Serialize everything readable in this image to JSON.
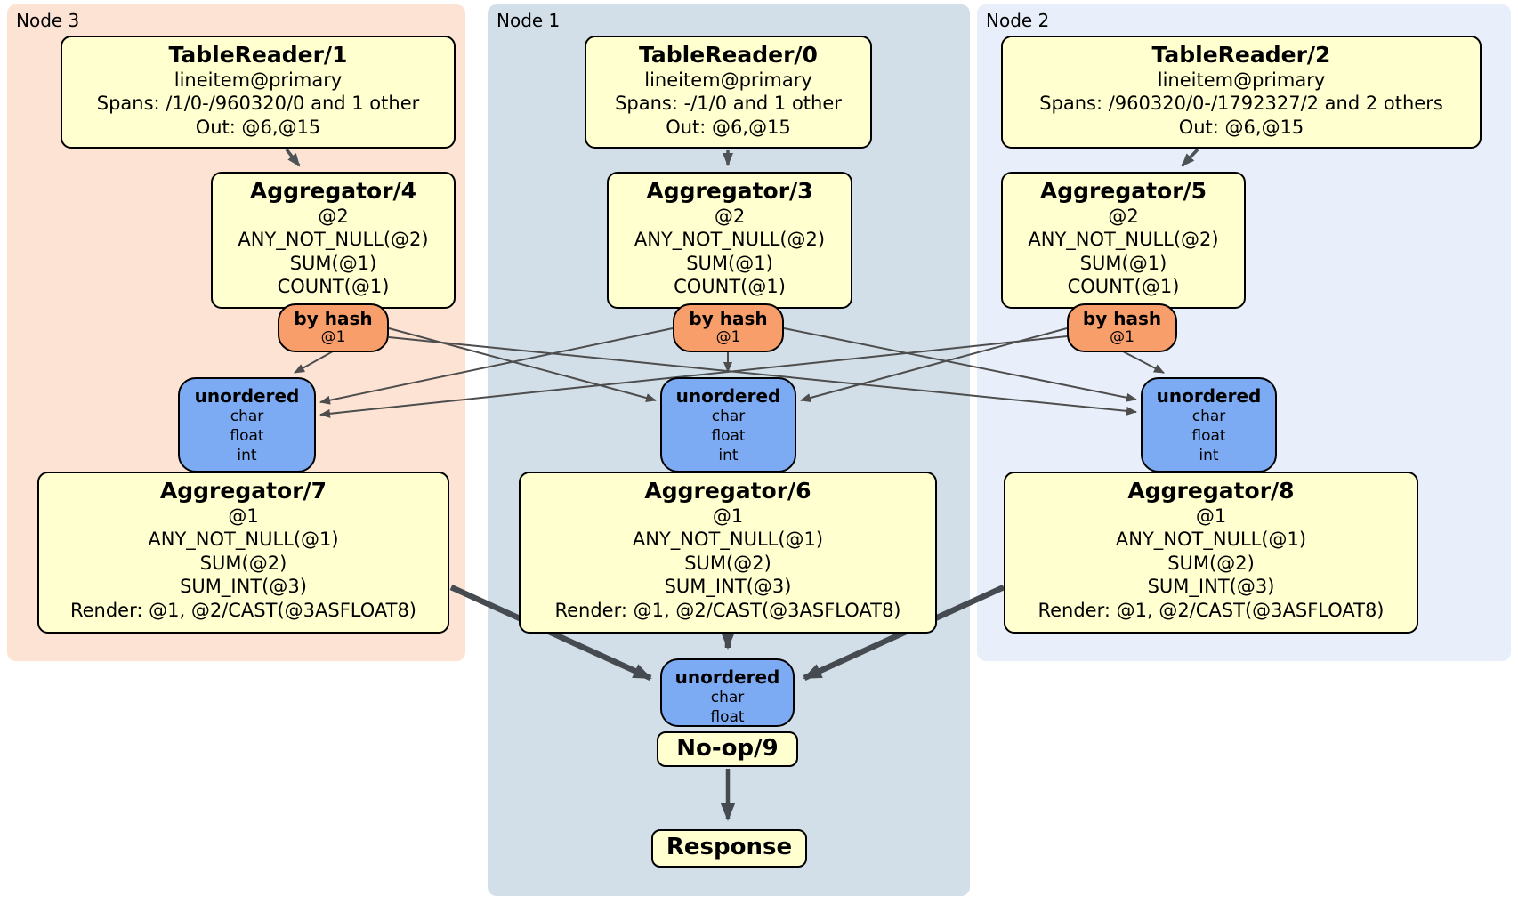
{
  "panels": {
    "node3": {
      "label": "Node 3"
    },
    "node1": {
      "label": "Node 1"
    },
    "node2": {
      "label": "Node 2"
    }
  },
  "processors": {
    "tr1": {
      "title": "TableReader/1",
      "lines": [
        "lineitem@primary",
        "Spans: /1/0-/960320/0 and 1 other",
        "Out: @6,@15"
      ]
    },
    "tr0": {
      "title": "TableReader/0",
      "lines": [
        "lineitem@primary",
        "Spans: -/1/0 and 1 other",
        "Out: @6,@15"
      ]
    },
    "tr2": {
      "title": "TableReader/2",
      "lines": [
        "lineitem@primary",
        "Spans: /960320/0-/1792327/2 and 2 others",
        "Out: @6,@15"
      ]
    },
    "agg4": {
      "title": "Aggregator/4",
      "lines": [
        "@2",
        "ANY_NOT_NULL(@2)",
        "SUM(@1)",
        "COUNT(@1)"
      ]
    },
    "agg3": {
      "title": "Aggregator/3",
      "lines": [
        "@2",
        "ANY_NOT_NULL(@2)",
        "SUM(@1)",
        "COUNT(@1)"
      ]
    },
    "agg5": {
      "title": "Aggregator/5",
      "lines": [
        "@2",
        "ANY_NOT_NULL(@2)",
        "SUM(@1)",
        "COUNT(@1)"
      ]
    },
    "hash3": {
      "title": "by hash",
      "lines": [
        "@1"
      ]
    },
    "hash1": {
      "title": "by hash",
      "lines": [
        "@1"
      ]
    },
    "hash2": {
      "title": "by hash",
      "lines": [
        "@1"
      ]
    },
    "sync3": {
      "title": "unordered",
      "lines": [
        "char",
        "float",
        "int"
      ]
    },
    "sync1": {
      "title": "unordered",
      "lines": [
        "char",
        "float",
        "int"
      ]
    },
    "sync2": {
      "title": "unordered",
      "lines": [
        "char",
        "float",
        "int"
      ]
    },
    "agg7": {
      "title": "Aggregator/7",
      "lines": [
        "@1",
        "ANY_NOT_NULL(@1)",
        "SUM(@2)",
        "SUM_INT(@3)",
        "Render: @1, @2/CAST(@3ASFLOAT8)"
      ]
    },
    "agg6": {
      "title": "Aggregator/6",
      "lines": [
        "@1",
        "ANY_NOT_NULL(@1)",
        "SUM(@2)",
        "SUM_INT(@3)",
        "Render: @1, @2/CAST(@3ASFLOAT8)"
      ]
    },
    "agg8": {
      "title": "Aggregator/8",
      "lines": [
        "@1",
        "ANY_NOT_NULL(@1)",
        "SUM(@2)",
        "SUM_INT(@3)",
        "Render: @1, @2/CAST(@3ASFLOAT8)"
      ]
    },
    "syncf": {
      "title": "unordered",
      "lines": [
        "char",
        "float"
      ]
    },
    "noop": {
      "title": "No-op/9"
    },
    "resp": {
      "title": "Response"
    }
  },
  "edges": [
    {
      "from": "tr1",
      "to": "agg4"
    },
    {
      "from": "tr0",
      "to": "agg3"
    },
    {
      "from": "tr2",
      "to": "agg5"
    },
    {
      "from": "hash3",
      "to": "sync3"
    },
    {
      "from": "hash3",
      "to": "sync1"
    },
    {
      "from": "hash3",
      "to": "sync2"
    },
    {
      "from": "hash1",
      "to": "sync3"
    },
    {
      "from": "hash1",
      "to": "sync1"
    },
    {
      "from": "hash1",
      "to": "sync2"
    },
    {
      "from": "hash2",
      "to": "sync3"
    },
    {
      "from": "hash2",
      "to": "sync1"
    },
    {
      "from": "hash2",
      "to": "sync2"
    },
    {
      "from": "agg7",
      "to": "syncf"
    },
    {
      "from": "agg6",
      "to": "syncf"
    },
    {
      "from": "agg8",
      "to": "syncf"
    },
    {
      "from": "noop",
      "to": "resp"
    }
  ],
  "colors": {
    "panel_node3_bg": "#fce3d4",
    "panel_node1_bg": "#d2dfe9",
    "panel_node2_bg": "#e9effa",
    "processor_bg": "#ffffcf",
    "router_bg": "#f89e6b",
    "sync_bg": "#7dabf3",
    "box_border": "#000000",
    "edge_thin": "#4d4d4d",
    "edge_thick": "#454b51"
  }
}
